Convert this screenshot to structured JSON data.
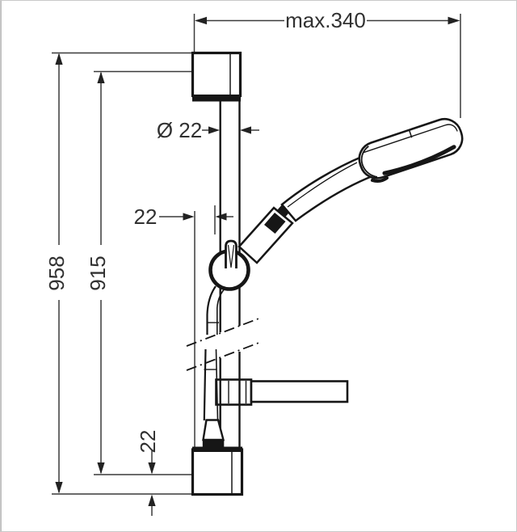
{
  "drawing": {
    "kind": "technical-dimension-drawing",
    "units": "mm",
    "colors": {
      "object_line": "#161616",
      "dimension_line": "#3a3a3a",
      "text": "#313131",
      "background": "#ffffff"
    },
    "labels": {
      "max_width": "max.340",
      "overall_height": "958",
      "rail_height": "915",
      "wall_clearance_mid": "22",
      "rail_diameter": "Ø 22",
      "wall_clearance_bottom": "22"
    },
    "parts": [
      "wall-bracket-top",
      "shower-rail",
      "slider-holder",
      "hand-shower",
      "shower-hose",
      "soap-dish",
      "wall-bracket-bottom"
    ]
  }
}
